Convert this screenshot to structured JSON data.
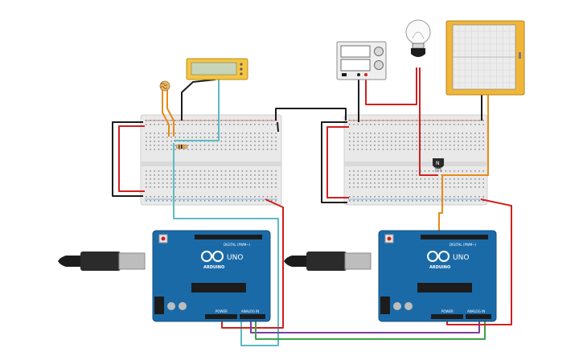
{
  "boards": {
    "left": {
      "brand_label": "ARDUINO",
      "model_label": "UNO",
      "digital_label": "DIGITAL (PWM~)",
      "power_label": "POWER",
      "analog_label": "ANALOG IN"
    },
    "right": {
      "brand_label": "ARDUINO",
      "model_label": "UNO",
      "digital_label": "DIGITAL (PWM~)",
      "power_label": "POWER",
      "analog_label": "ANALOG IN"
    }
  },
  "transistor": {
    "label": "N"
  },
  "colors": {
    "wire_red": "#d11f1f",
    "wire_black": "#1c1c1c",
    "wire_orange": "#e88a16",
    "wire_cyan": "#5bbcc4",
    "wire_purple": "#7b3f9e",
    "wire_green": "#3aa348",
    "arduino_blue": "#1b6aa8",
    "breadboard": "#e9e9e9",
    "meter_yellow": "#f4c542"
  },
  "icons": [
    "usb-cable-icon",
    "light-bulb-icon",
    "photoresistor-icon",
    "power-supply-icon",
    "multimeter-icon",
    "oscilloscope-icon",
    "transistor-icon",
    "resistor-icon",
    "reset-button-icon"
  ]
}
